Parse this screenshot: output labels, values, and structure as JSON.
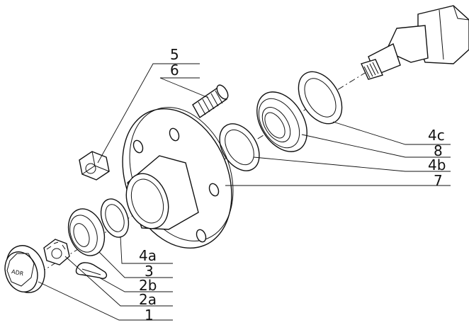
{
  "diagram": {
    "callouts": {
      "c5": "5",
      "c6": "6",
      "c4c": "4c",
      "c8": "8",
      "c4b": "4b",
      "c7": "7",
      "c4a": "4a",
      "c3": "3",
      "c2b": "2b",
      "c2a": "2a",
      "c1": "1"
    },
    "cap_text": "ADR"
  }
}
